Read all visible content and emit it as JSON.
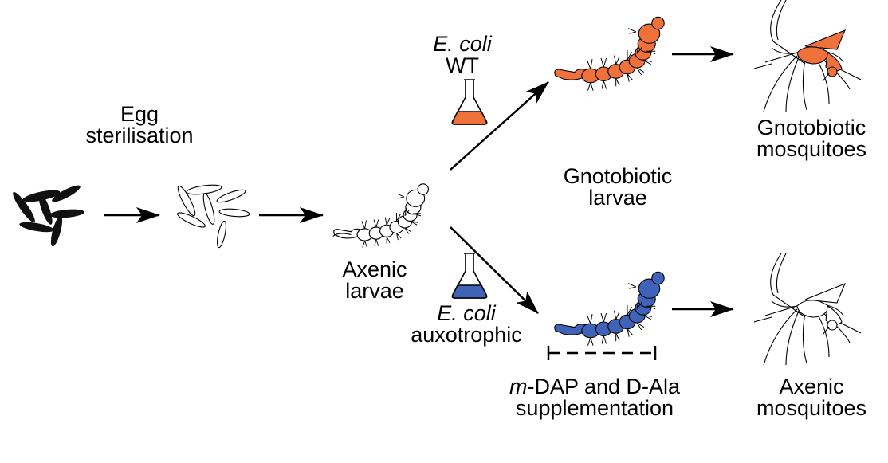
{
  "labels": {
    "egg_sterilisation": [
      "Egg",
      "sterilisation"
    ],
    "axenic_larvae": [
      "Axenic",
      "larvae"
    ],
    "ecoli_wt": {
      "species": "E. coli",
      "strain": "WT"
    },
    "ecoli_auxotrophic": {
      "species": "E. coli",
      "strain": "auxotrophic"
    },
    "gnotobiotic_larvae": [
      "Gnotobiotic",
      "larvae"
    ],
    "gnotobiotic_mosquitoes": [
      "Gnotobiotic",
      "mosquitoes"
    ],
    "supplementation": {
      "prefix": "m",
      "line1_rest": "-DAP and D-Ala",
      "line2": "supplementation"
    },
    "axenic_mosquitoes": [
      "Axenic",
      "mosquitoes"
    ]
  },
  "colors": {
    "wild_type": "#f0713a",
    "auxotrophic": "#3f63b8",
    "eggs_sterile": "#111111",
    "outline": "#000000"
  }
}
